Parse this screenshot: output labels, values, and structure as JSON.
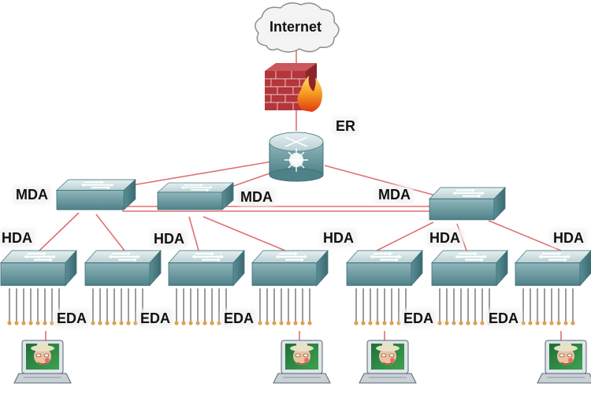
{
  "labels": {
    "internet": "Internet",
    "er": "ER",
    "mda": "MDA",
    "hda": "HDA",
    "eda": "EDA"
  },
  "colors": {
    "link": "#e07070",
    "device_top": "#d4e4e6",
    "device_front": "#6e9ea4",
    "device_side": "#4d7f86",
    "port": "#e0a050",
    "brick": "#b4353a"
  },
  "icons": {
    "cloud": "internet-cloud-icon",
    "firewall": "firewall-icon",
    "router": "router-icon",
    "switch": "switch-icon",
    "computer": "laptop-computer-icon"
  }
}
